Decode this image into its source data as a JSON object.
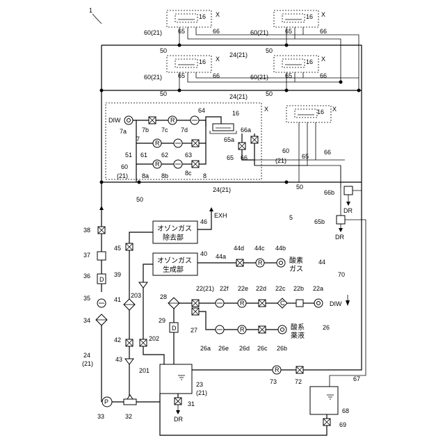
{
  "labels": {
    "fig_num": "1",
    "unit_x": "X",
    "n16": "16",
    "n60_21": "60(21)",
    "n65": "65",
    "n66": "66",
    "n50": "50",
    "n24_21": "24(21)",
    "diw": "DIW",
    "n7a": "7a",
    "n7b": "7b",
    "n7c": "7c",
    "n7d": "7d",
    "n7": "7",
    "n61": "61",
    "n62": "62",
    "n63": "63",
    "n64": "64",
    "n51": "51",
    "n60": "60",
    "n21p": "(21)",
    "n8a": "8a",
    "n8b": "8b",
    "n8c": "8c",
    "n8": "8",
    "n65a": "65a",
    "n66a": "66a",
    "n66b": "66b",
    "n65b": "65b",
    "dr": "DR",
    "exh": "EXH",
    "ozone_removal_1": "オゾンガス",
    "ozone_removal_2": "除去部",
    "ozone_gen_1": "オゾンガス",
    "ozone_gen_2": "生成部",
    "n46": "46",
    "n40": "40",
    "n5": "5",
    "n44a": "44a",
    "n44b": "44b",
    "n44c": "44c",
    "n44d": "44d",
    "n44": "44",
    "oxygen_1": "酸素",
    "oxygen_2": "ガス",
    "n38": "38",
    "n37": "37",
    "n36": "36",
    "n35": "35",
    "n34": "34",
    "n24": "24",
    "n33": "33",
    "n32": "32",
    "n45": "45",
    "n39": "39",
    "n203": "203",
    "n41": "41",
    "n42": "42",
    "n202": "202",
    "n43": "43",
    "n201": "201",
    "n28": "28",
    "n29": "29",
    "n22_21": "22(21)",
    "n22a": "22a",
    "n22b": "22b",
    "n22c": "22c",
    "n22d": "22d",
    "n22e": "22e",
    "n22f": "22f",
    "n27": "27",
    "n26": "26",
    "n26a": "26a",
    "n26b": "26b",
    "n26c": "26c",
    "n26d": "26d",
    "n26e": "26e",
    "chem_1": "酸系",
    "chem_2": "薬液",
    "n23_21": "23",
    "n31": "31",
    "n70": "70",
    "n67": "67",
    "n68": "68",
    "n69": "69",
    "n72": "72",
    "n73": "73",
    "sym_r": "R",
    "sym_d": "D",
    "sym_c": "C"
  }
}
